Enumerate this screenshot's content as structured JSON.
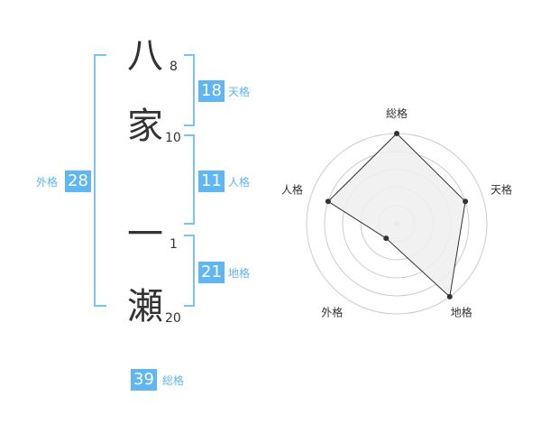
{
  "name": {
    "surname": [
      {
        "char": "八",
        "strokes": "8"
      },
      {
        "char": "家",
        "strokes": "10"
      }
    ],
    "given": [
      {
        "char": "一",
        "strokes": "1"
      },
      {
        "char": "瀬",
        "strokes": "20"
      }
    ]
  },
  "fortunes": {
    "tenkaku": {
      "value": "18",
      "label": "天格"
    },
    "jinkaku": {
      "value": "11",
      "label": "人格"
    },
    "chikaku": {
      "value": "21",
      "label": "地格"
    },
    "gaikaku": {
      "value": "28",
      "label": "外格"
    },
    "soukaku": {
      "value": "39",
      "label": "総格"
    }
  },
  "chart_data": {
    "type": "radar",
    "axes": [
      "総格",
      "天格",
      "地格",
      "外格",
      "人格"
    ],
    "values": [
      5,
      4,
      5,
      1,
      4
    ],
    "max": 5,
    "rings": 5,
    "colors": {
      "fill": "#eeeeee",
      "line": "#333333",
      "grid": "#cccccc",
      "accent": "#5fb6f5"
    }
  }
}
